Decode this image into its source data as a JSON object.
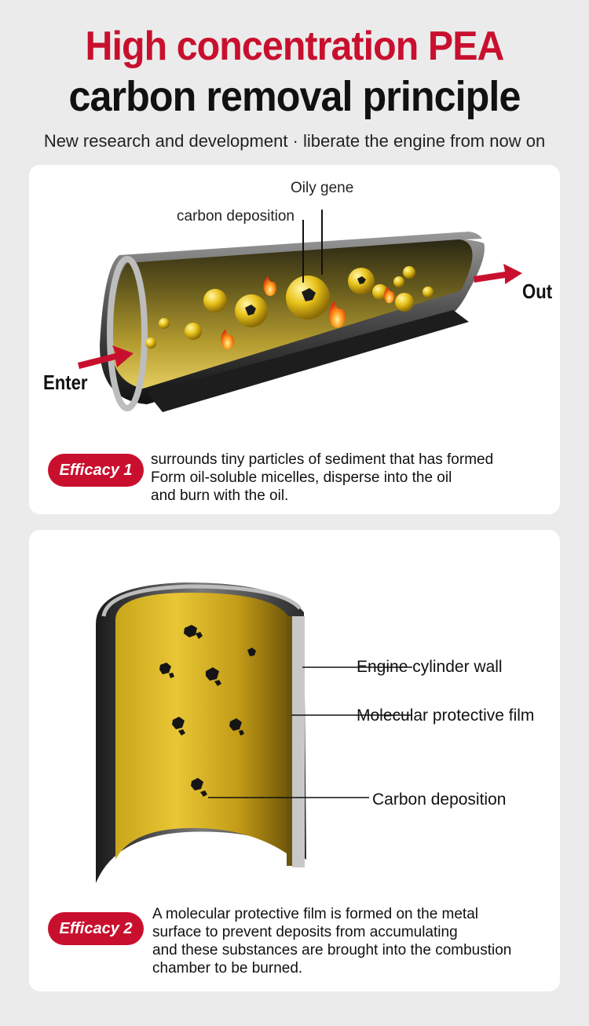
{
  "header": {
    "title_line1": "High concentration PEA",
    "title_line2": "carbon removal principle",
    "subtitle": "New research and development · liberate the engine from now on"
  },
  "card1": {
    "label_oily_gene": "Oily gene",
    "label_carbon_deposition": "carbon deposition",
    "label_enter": "Enter",
    "label_out": "Out",
    "badge": "Efficacy 1",
    "description_lines": [
      "surrounds tiny particles of sediment that has formed",
      "Form oil-soluble micelles, disperse into the oil",
      "and burn with the oil."
    ]
  },
  "card2": {
    "label_cylinder_wall": "Engine cylinder wall",
    "label_protective_film": "Molecular protective film",
    "label_carbon_deposition": "Carbon deposition",
    "badge": "Efficacy 2",
    "description_lines": [
      "A molecular protective film is formed on the metal",
      "surface to prevent deposits from accumulating",
      "and these substances are brought into the combustion",
      "chamber to be burned."
    ]
  },
  "colors": {
    "brand_red": "#c8102e",
    "oil_gold": "#d9b62a",
    "background": "#ebebeb"
  }
}
